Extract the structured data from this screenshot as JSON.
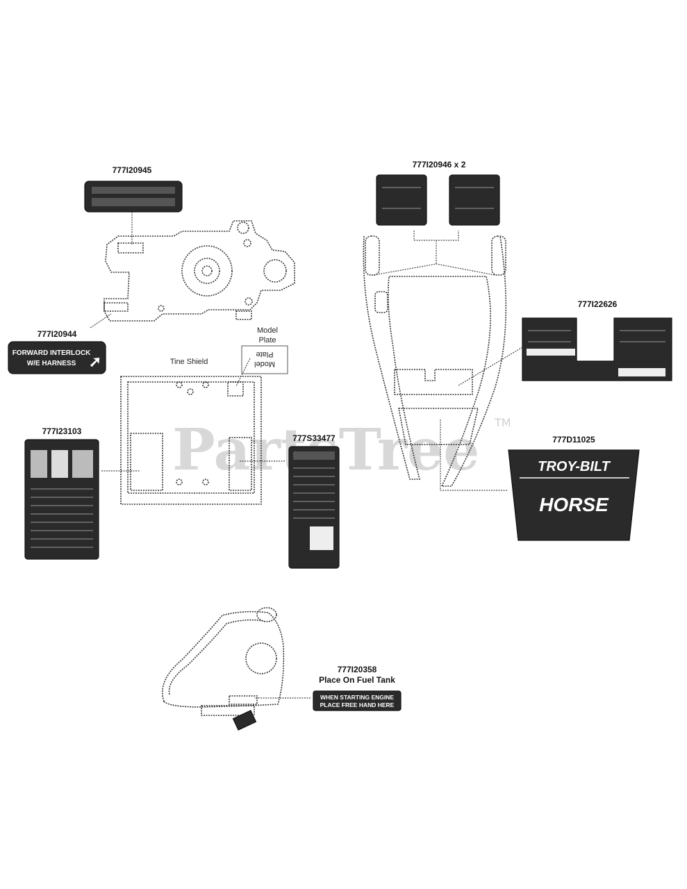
{
  "watermark": {
    "text": "PartsTree",
    "tm": "TM"
  },
  "parts": {
    "p1": {
      "number": "777I20945"
    },
    "p2": {
      "number": "777I20944",
      "decal_line1": "FORWARD INTERLOCK",
      "decal_line2": "W/E HARNESS"
    },
    "p3": {
      "number": "777I23103"
    },
    "p4": {
      "number": "777S33477"
    },
    "p5": {
      "number": "777I20946 x 2"
    },
    "p6": {
      "number": "777I22626"
    },
    "p7": {
      "number": "777D11025",
      "brand": "TROY-BILT",
      "model": "HORSE"
    },
    "p8": {
      "number": "777I20358",
      "note": "Place On Fuel Tank",
      "decal_line1": "WHEN STARTING ENGINE",
      "decal_line2": "PLACE FREE HAND HERE"
    }
  },
  "callouts": {
    "tine_shield": "Tine Shield",
    "model_plate_1": "Model",
    "model_plate_2": "Plate",
    "model_plate_mirror_1": "Model",
    "model_plate_mirror_2": "Plate"
  },
  "colors": {
    "decal_dark": "#2a2a2a",
    "watermark": "#d8d8d8",
    "line": "#333333"
  }
}
